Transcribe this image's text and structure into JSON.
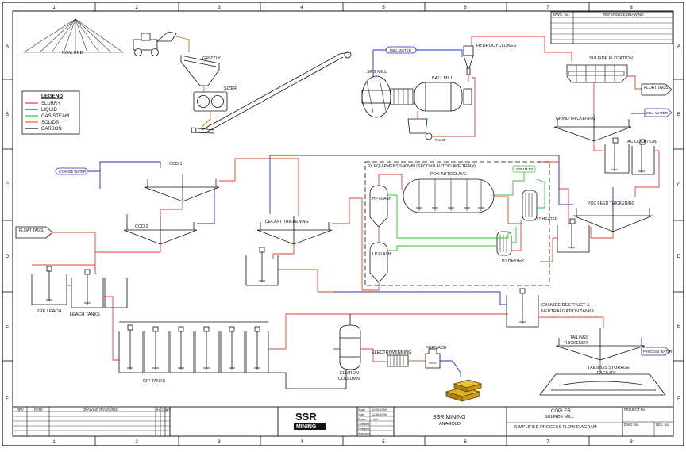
{
  "grid": {
    "cols": [
      "1",
      "2",
      "3",
      "4",
      "5",
      "6",
      "7",
      "8"
    ],
    "rows": [
      "A",
      "B",
      "C",
      "D",
      "E",
      "F"
    ]
  },
  "reference_block": {
    "dwg_no_label": "DWG. No.",
    "ref_label": "REFERENCE DRAWING"
  },
  "legend": {
    "title": "LEGEND",
    "items": [
      {
        "label": "SLURRY",
        "color": "#e04030"
      },
      {
        "label": "LIQUID",
        "color": "#2030c0"
      },
      {
        "label": "GAS/STEAM",
        "color": "#30c030"
      },
      {
        "label": "SOLIDS",
        "color": "#c07020"
      },
      {
        "label": "CARBON",
        "color": "#111111"
      }
    ]
  },
  "labels": {
    "rom_ore": "ROM ORE",
    "grizzly": "GRIZZLY",
    "sizer": "SIZER",
    "mill_water_1": "MILL WATER",
    "hydrocyclones": "HYDROCYCLONES",
    "sag_mill": "SAG MILL",
    "ball_mill": "BALL MILL",
    "pump": "PUMP",
    "sulfide_flotation": "SULFIDE FLOTATION",
    "float_tails_right": "FLOAT TAILS",
    "grind_thickening": "GRIND THICKENING",
    "mill_water_2": "MILL WATER",
    "acidulation": "ACIDULATION",
    "cyanide_water": "CYANIDE WATER",
    "ccd1": "CCD 1",
    "ccd2": "CCD 2",
    "float_tails_left": "FLOAT TAILS",
    "decant_thickening": "DECANT THICKENING",
    "equipment_note": "2X EQUIPMENT SHOWN (SECOND AUTOCLAVE TRAIN)",
    "pox_autoclave": "POX AUTOCLAVE",
    "steam_to": "STEAM TO",
    "hp_flash": "HP FLASH",
    "lp_flash": "LP FLASH",
    "lt_heater": "LT HEATER",
    "ht_heater": "HT HEATER",
    "pox_feed_thickening": "POX FEED THICKENING",
    "pre_leach": "PRE LEACH",
    "leach_tanks": "LEACH TANKS",
    "cyanide_destruct": "CYANIDE DESTRUCT &",
    "neutralization": "NEUTRALIZATION TANKS",
    "cip_tanks": "CIP TANKS",
    "electrowinning": "ELECTROWINNING",
    "furnace": "FURNACE",
    "elution_1": "ELUTION",
    "elution_2": "COLLUMN",
    "tailings_thickener_1": "TAILINGS",
    "tailings_thickener_2": "THICKENER",
    "process_water": "PROCESS WATER",
    "tailings_storage_1": "TAILINGS STORAGE",
    "tailings_storage_2": "FACILITY"
  },
  "title_block": {
    "rev": "REV",
    "date": "DATE",
    "drawing_revisions": "DRAWING REVISIONS",
    "by": "BY",
    "chd": "CHD",
    "apd": "APD",
    "logo_top": "SSR",
    "logo_bottom": "MINING",
    "scale_label": "Scale",
    "scale_value": "AS SHOWN",
    "date_label": "Date",
    "date_value": "12JAN2006",
    "drawn_label": "Drawn",
    "drawn_value": "cwh",
    "checked_label": "Checked",
    "designed_label": "Designed",
    "approved_label": "Approved",
    "company": "SSR MINING",
    "company_sub": "ANAGOLD",
    "project_1": "ÇOPLER",
    "project_2": "SULFIDE MILL",
    "drawing_title": "SIMPLIFIED PROCESS FLOW DIAGRAM",
    "project_no": "PROJECT No.",
    "dwg_no": "DWG. No.",
    "rev_no": "REV. No."
  }
}
